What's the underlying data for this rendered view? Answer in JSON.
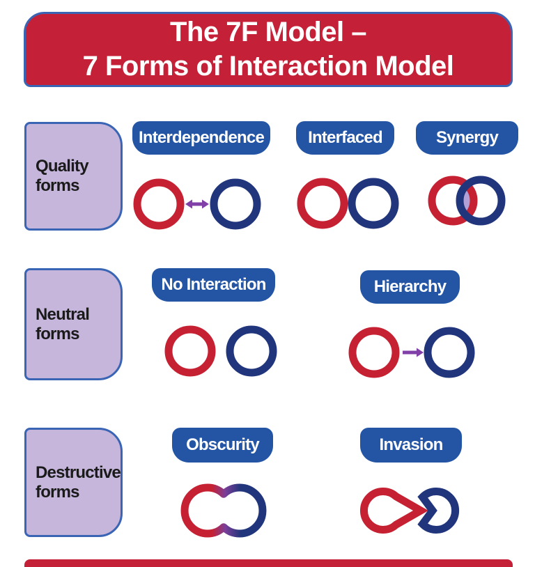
{
  "header": {
    "line1": "The 7F Model –",
    "line2": "7 Forms of Interaction Model"
  },
  "rows": [
    {
      "group": "Quality forms",
      "items": [
        {
          "label": "Interdependence",
          "icon": "red-circle double-headed-arrow blue-circle"
        },
        {
          "label": "Interfaced",
          "icon": "red-circle touching blue-circle"
        },
        {
          "label": "Synergy",
          "icon": "red-circle overlapping blue-circle with lilac lens"
        }
      ]
    },
    {
      "group": "Neutral forms",
      "items": [
        {
          "label": "No Interaction",
          "icon": "red-circle separated-from blue-circle"
        },
        {
          "label": "Hierarchy",
          "icon": "red-circle right-arrow blue-circle"
        }
      ]
    },
    {
      "group": "Destructive forms",
      "items": [
        {
          "label": "Obscurity",
          "icon": "merged peanut outline with red-to-blue gradient"
        },
        {
          "label": "Invasion",
          "icon": "red pointed drop piercing blue pacman circle"
        }
      ]
    }
  ],
  "colors": {
    "banner_red": "#c42138",
    "outline_blue": "#3a64b4",
    "badge_blue": "#2455a5",
    "ring_red": "#c62132",
    "ring_navy": "#21357c",
    "arrow_purple": "#8140a8",
    "group_lavender": "#c6b6dc",
    "overlap_lilac": "#b2a0d6",
    "label_black": "#1a1a1a",
    "title_white": "#ffffff"
  }
}
